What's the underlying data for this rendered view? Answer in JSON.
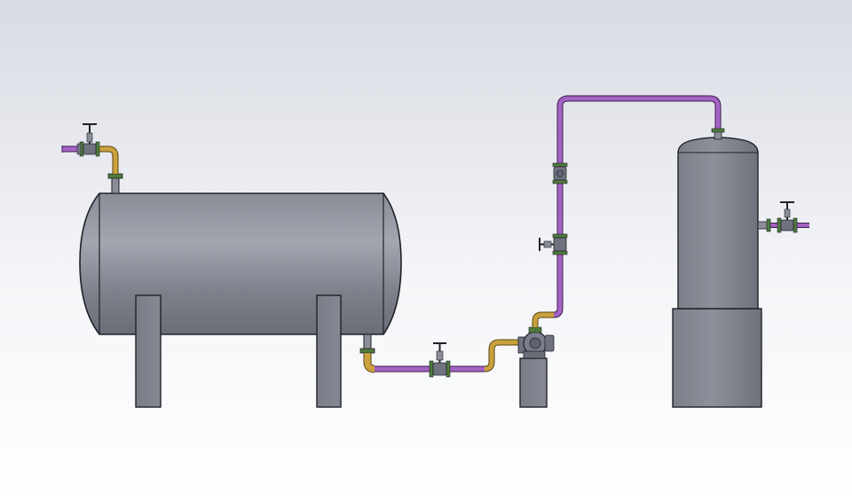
{
  "scene": {
    "description_visible_text": "",
    "colors": {
      "background_top": "#d8dbe3",
      "background_bottom": "#ffffff",
      "vessel_body": "#82848f",
      "vessel_dark": "#5e606a",
      "vessel_light": "#a2a4ae",
      "vessel_stroke": "#202228",
      "support": "#7c7e89",
      "pipe_purple": "#a463c4",
      "pipe_purple_stroke": "#3b1f4d",
      "pipe_gold": "#c9a23c",
      "pipe_gold_stroke": "#5a4415",
      "valve_steel": "#6f7380",
      "flange_green": "#4e7a3c"
    },
    "components": [
      "horizontal-storage-tank",
      "tank-support-left",
      "tank-support-right",
      "top-inlet-pipe",
      "top-inlet-valve",
      "bottom-outlet-pipe",
      "outlet-gate-valve",
      "pump",
      "pump-base",
      "riser-pipe",
      "riser-check-valve",
      "riser-gate-valve",
      "overhead-pipe",
      "vertical-vessel",
      "vertical-vessel-skirt",
      "side-outlet-valve"
    ]
  }
}
